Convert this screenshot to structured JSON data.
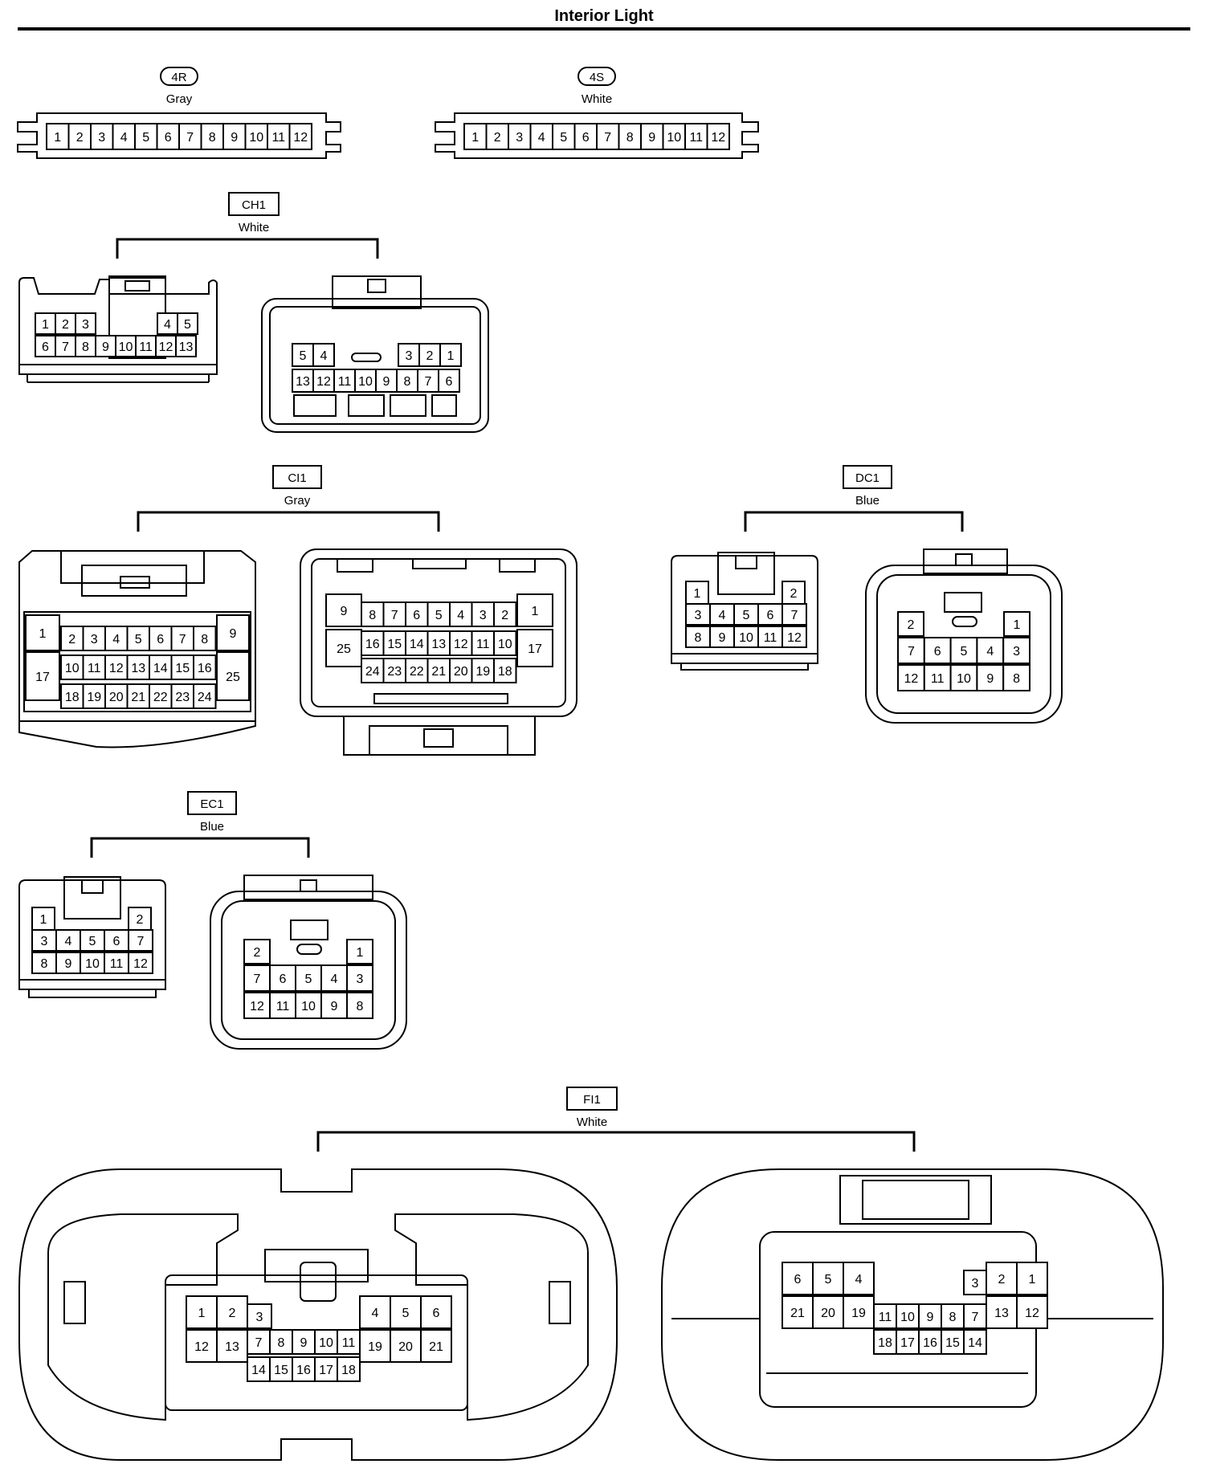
{
  "title": "Interior Light",
  "connectors": [
    {
      "code": "4R",
      "color": "Gray",
      "pins": [
        "1",
        "2",
        "3",
        "4",
        "5",
        "6",
        "7",
        "8",
        "9",
        "10",
        "11",
        "12"
      ]
    },
    {
      "code": "4S",
      "color": "White",
      "pins": [
        "1",
        "2",
        "3",
        "4",
        "5",
        "6",
        "7",
        "8",
        "9",
        "10",
        "11",
        "12"
      ]
    },
    {
      "code": "CH1",
      "color": "White",
      "a_pins": [
        "1",
        "2",
        "3",
        "4",
        "5",
        "6",
        "7",
        "8",
        "9",
        "10",
        "11",
        "12",
        "13"
      ],
      "b_pins": [
        "5",
        "4",
        "3",
        "2",
        "1",
        "13",
        "12",
        "11",
        "10",
        "9",
        "8",
        "7",
        "6"
      ]
    },
    {
      "code": "CI1",
      "color": "Gray",
      "a_pins": [
        "1",
        "2",
        "3",
        "4",
        "5",
        "6",
        "7",
        "8",
        "9",
        "17",
        "10",
        "11",
        "12",
        "13",
        "14",
        "15",
        "16",
        "25",
        "18",
        "19",
        "20",
        "21",
        "22",
        "23",
        "24"
      ],
      "b_pins": [
        "9",
        "8",
        "7",
        "6",
        "5",
        "4",
        "3",
        "2",
        "1",
        "25",
        "16",
        "15",
        "14",
        "13",
        "12",
        "11",
        "10",
        "17",
        "24",
        "23",
        "22",
        "21",
        "20",
        "19",
        "18"
      ]
    },
    {
      "code": "DC1",
      "color": "Blue",
      "a_pins": [
        "1",
        "2",
        "3",
        "4",
        "5",
        "6",
        "7",
        "8",
        "9",
        "10",
        "11",
        "12"
      ],
      "b_pins": [
        "2",
        "1",
        "7",
        "6",
        "5",
        "4",
        "3",
        "12",
        "11",
        "10",
        "9",
        "8"
      ]
    },
    {
      "code": "EC1",
      "color": "Blue",
      "a_pins": [
        "1",
        "2",
        "3",
        "4",
        "5",
        "6",
        "7",
        "8",
        "9",
        "10",
        "11",
        "12"
      ],
      "b_pins": [
        "2",
        "1",
        "7",
        "6",
        "5",
        "4",
        "3",
        "12",
        "11",
        "10",
        "9",
        "8"
      ]
    },
    {
      "code": "FI1",
      "color": "White",
      "a_pins": [
        "1",
        "2",
        "3",
        "4",
        "5",
        "6",
        "12",
        "13",
        "7",
        "8",
        "9",
        "10",
        "11",
        "19",
        "20",
        "21",
        "14",
        "15",
        "16",
        "17",
        "18"
      ],
      "b_pins": [
        "6",
        "5",
        "4",
        "3",
        "2",
        "1",
        "21",
        "20",
        "19",
        "11",
        "10",
        "9",
        "8",
        "7",
        "13",
        "12",
        "18",
        "17",
        "16",
        "15",
        "14"
      ]
    }
  ]
}
